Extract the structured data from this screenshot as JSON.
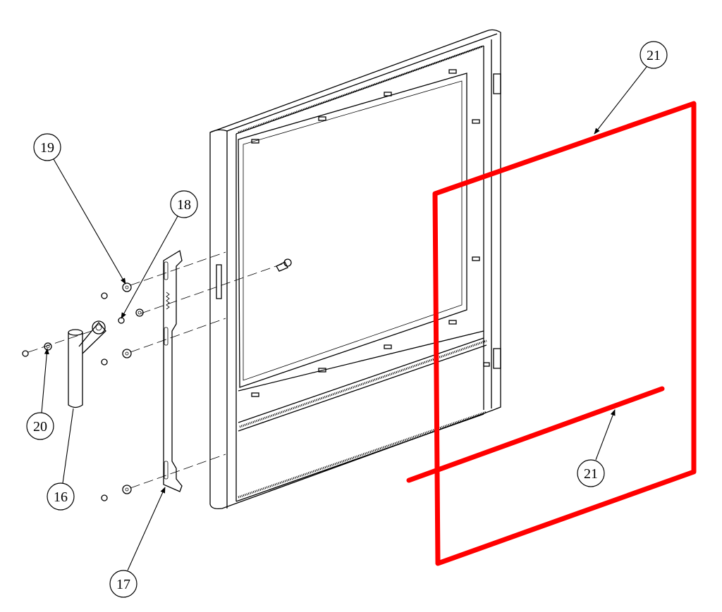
{
  "diagram": {
    "type": "exploded-assembly-view",
    "highlight_color": "#ff0000",
    "line_color": "#000000",
    "callouts": [
      {
        "id": "callout-21-top",
        "label": "21"
      },
      {
        "id": "callout-21-bottom",
        "label": "21"
      },
      {
        "id": "callout-19",
        "label": "19"
      },
      {
        "id": "callout-18",
        "label": "18"
      },
      {
        "id": "callout-20",
        "label": "20"
      },
      {
        "id": "callout-16",
        "label": "16"
      },
      {
        "id": "callout-17",
        "label": "17"
      }
    ]
  }
}
